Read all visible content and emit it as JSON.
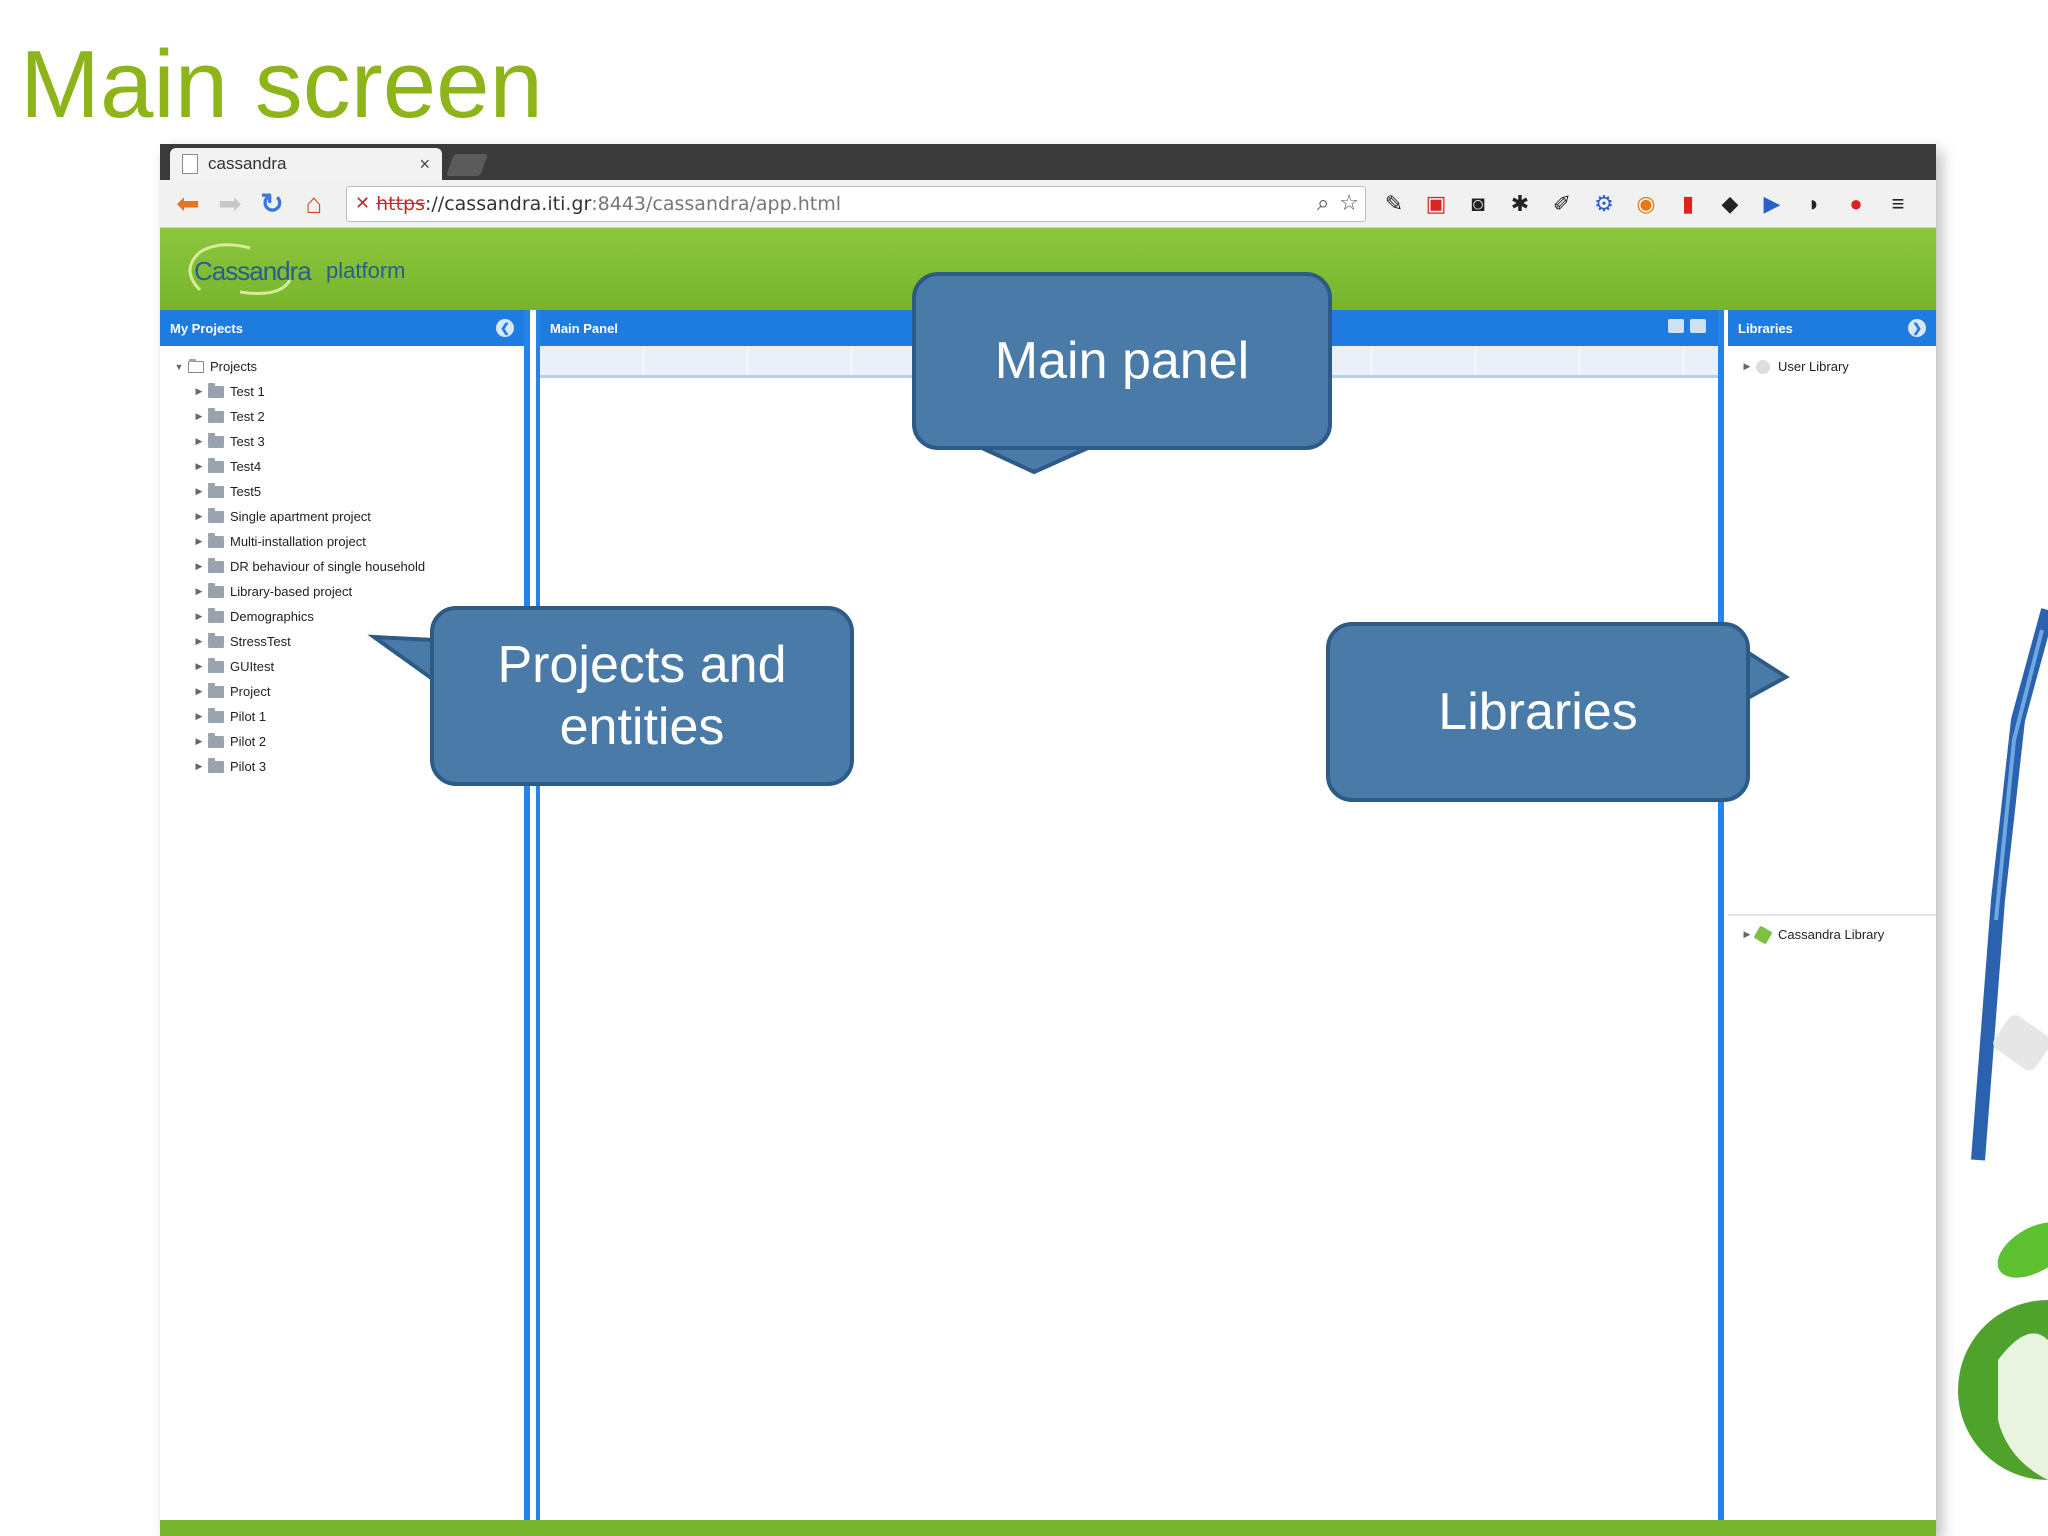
{
  "slide": {
    "title": "Main screen"
  },
  "browser": {
    "tab_title": "cassandra",
    "tab_close": "×",
    "url_scheme": "https",
    "url_sep": "://",
    "url_host": "cassandra.iti.gr",
    "url_path": ":8443/cassandra/app.html"
  },
  "app": {
    "logo": "Cassandra",
    "logo_suffix": "platform"
  },
  "left_panel": {
    "title": "My Projects",
    "root": "Projects",
    "items": [
      "Test 1",
      "Test 2",
      "Test 3",
      "Test4",
      "Test5",
      "Single apartment project",
      "Multi-installation project",
      "DR behaviour of single household",
      "Library-based project",
      "Demographics",
      "StressTest",
      "GUItest",
      "Project",
      "Pilot 1",
      "Pilot 2",
      "Pilot 3"
    ]
  },
  "main_panel": {
    "title": "Main Panel"
  },
  "right_panel": {
    "title": "Libraries",
    "user_library": "User Library",
    "cassandra_library": "Cassandra Library"
  },
  "callouts": {
    "main": "Main panel",
    "projects_line1": "Projects and",
    "projects_line2": "entities",
    "libraries": "Libraries"
  },
  "colors": {
    "title_green": "#8db51a",
    "header_green": "#8cc63f",
    "panel_blue": "#1e7be0",
    "callout_fill": "#4a7ba8",
    "callout_border": "#2e5a86"
  }
}
